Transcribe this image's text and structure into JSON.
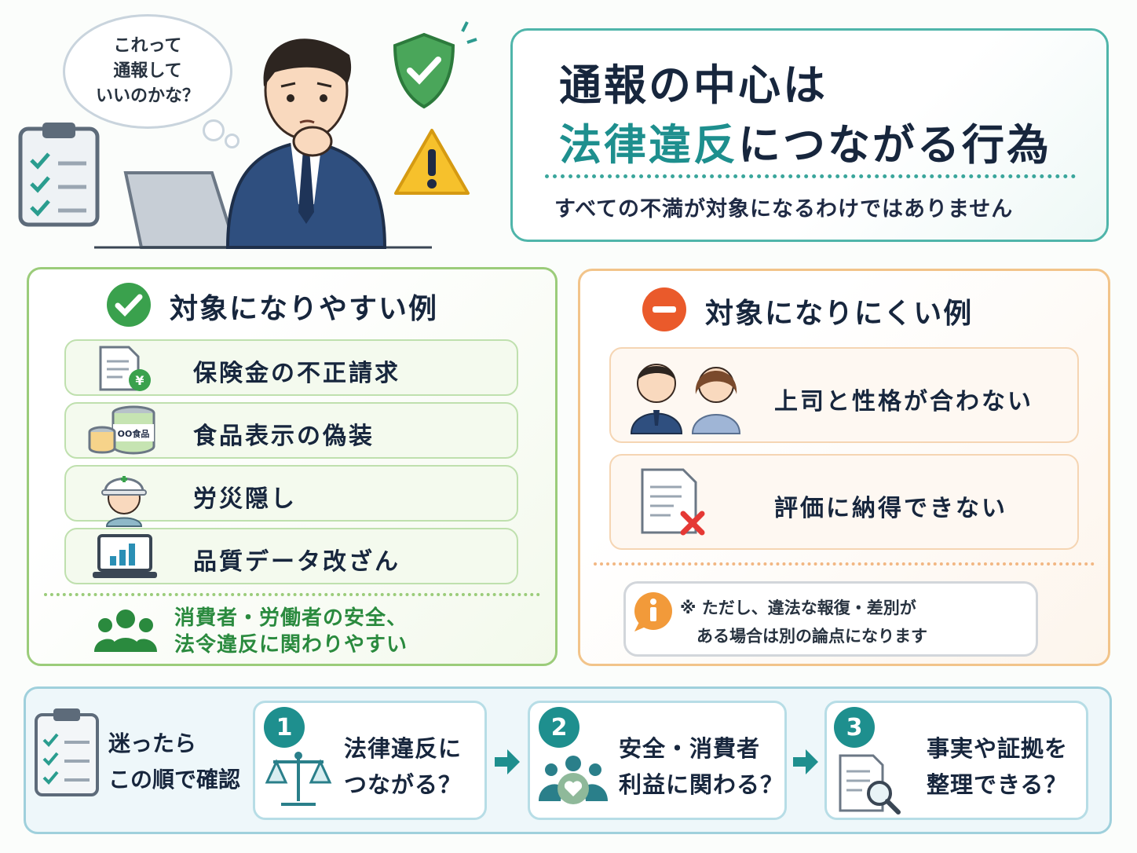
{
  "header": {
    "thought_bubble": "これって\n通報して\nいいのかな？",
    "title_line1": "通報の中心は",
    "title_highlight": "法律違反",
    "title_line2_rest": "につながる行為",
    "subtitle": "すべての不満が対象になるわけではありません"
  },
  "likely": {
    "title": "対象になりやすい例",
    "items": [
      {
        "label": "保険金の不正請求",
        "icon": "insurance-document-icon"
      },
      {
        "label": "食品表示の偽装",
        "icon": "food-can-icon",
        "can_label": "OO食品"
      },
      {
        "label": "労災隠し",
        "icon": "construction-worker-icon"
      },
      {
        "label": "品質データ改ざん",
        "icon": "laptop-chart-icon"
      }
    ],
    "note": "消費者・労働者の安全、\n法令違反に関わりやすい"
  },
  "unlikely": {
    "title": "対象になりにくい例",
    "items": [
      {
        "label": "上司と性格が合わない",
        "icon": "boss-and-employee-icon"
      },
      {
        "label": "評価に納得できない",
        "icon": "rejected-document-icon"
      }
    ],
    "note": "※ ただし、違法な報復・差別が\n　ある場合は別の論点になります"
  },
  "steps": {
    "label": "迷ったら\nこの順で確認",
    "items": [
      {
        "number": "1",
        "text": "法律違反に\nつながる？",
        "icon": "scales-icon"
      },
      {
        "number": "2",
        "text": "安全・消費者\n利益に関わる？",
        "icon": "people-heart-icon"
      },
      {
        "number": "3",
        "text": "事実や証拠を\n整理できる？",
        "icon": "document-search-icon"
      }
    ]
  },
  "colors": {
    "teal": "#1e8f8e",
    "green": "#3aa14d",
    "orange": "#ea5a2b",
    "navy": "#17263d"
  }
}
